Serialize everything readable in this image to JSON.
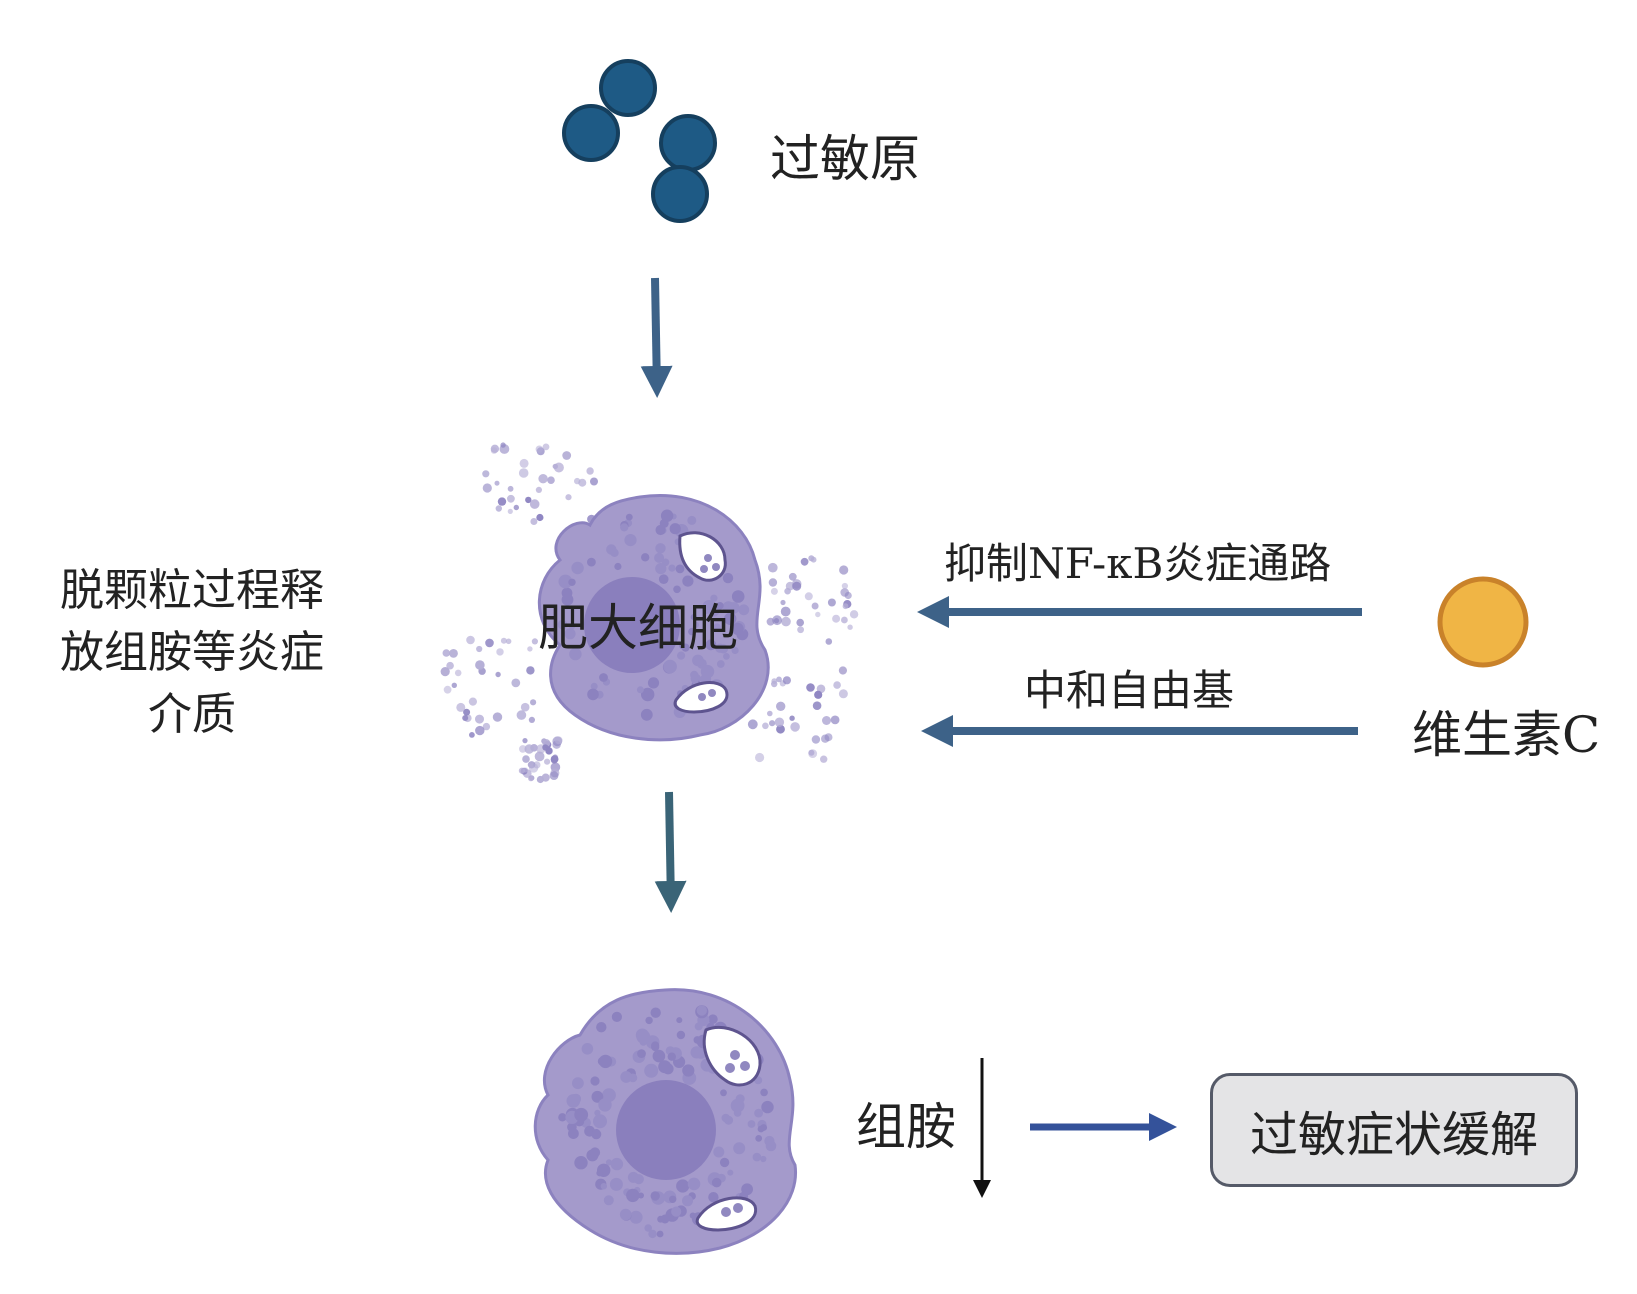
{
  "labels": {
    "allergen": "过敏原",
    "mast_cell": "肥大细胞",
    "degranulation": [
      "脱颗粒过程释",
      "放组胺等炎症",
      "介质"
    ],
    "inhibit_nfkb": "抑制NF-κB炎症通路",
    "neutralize_radicals": "中和自由基",
    "vitamin_c": "维生素C",
    "histamine": "组胺",
    "symptom_relief": "过敏症状缓解"
  },
  "colors": {
    "allergen": "#1e5a85",
    "allergen_outline": "#153f5e",
    "arrow": "#3d6288",
    "cell_body": "#a49acb",
    "cell_nucleus": "#8a7fbd",
    "granule": "#8c82bf",
    "vitamin_c": "#f0b545",
    "vitamin_c_outline": "#c9822a",
    "result_box": "#e4e4e6"
  }
}
